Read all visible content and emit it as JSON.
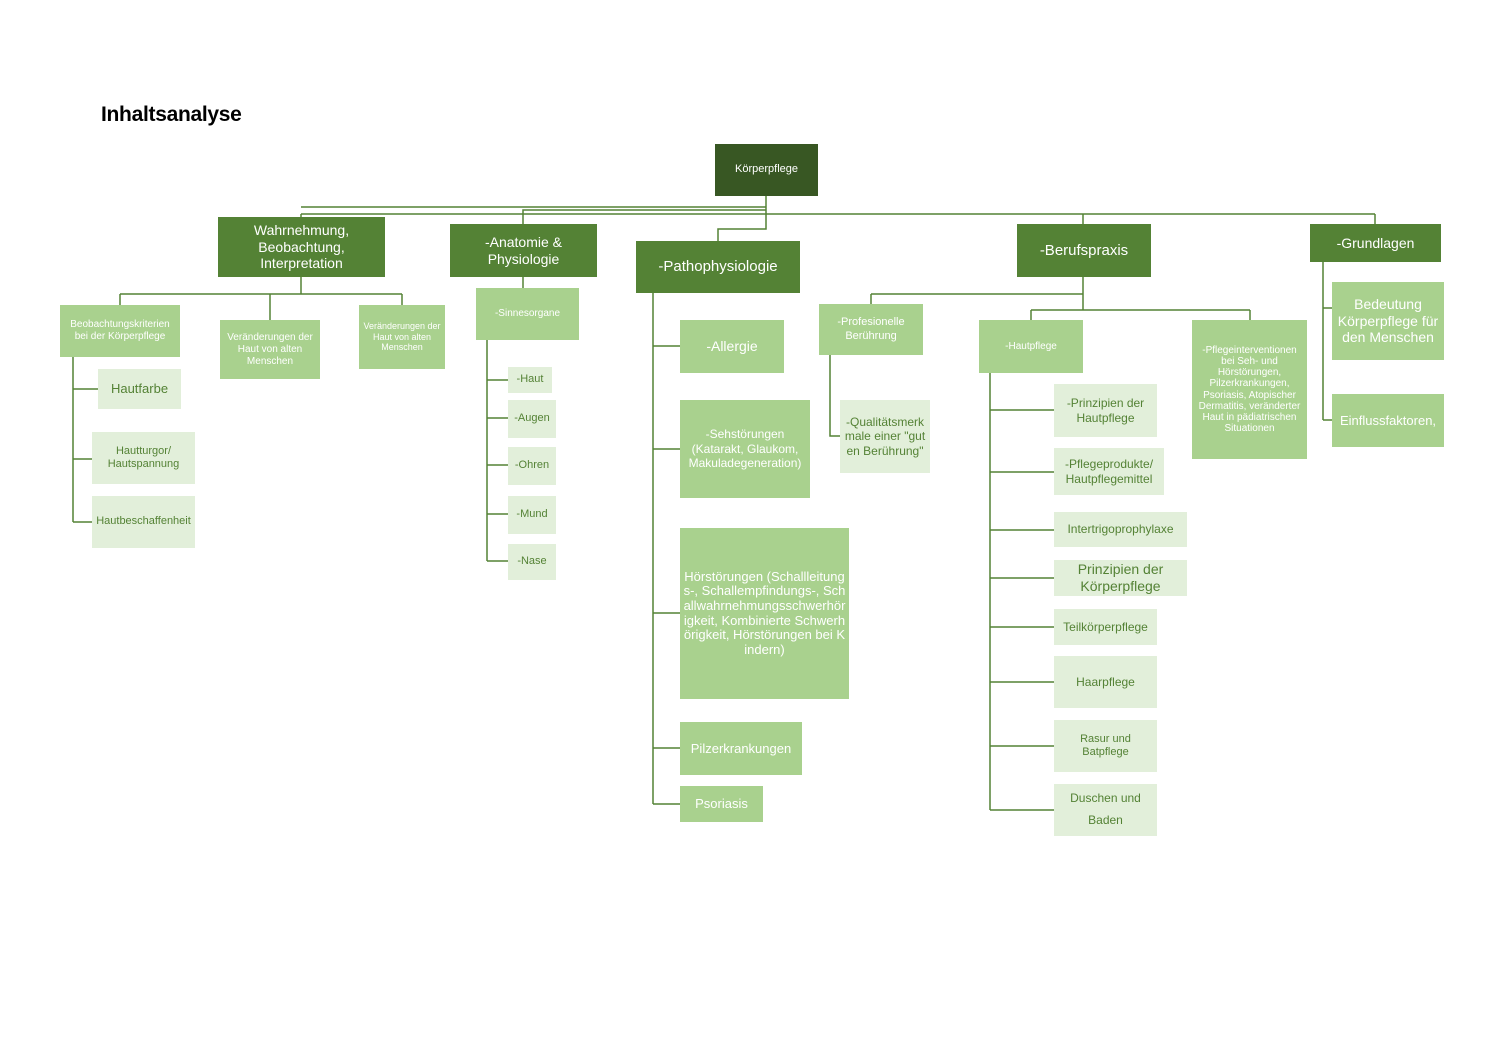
{
  "title": "Inhaltsanalyse",
  "colors": {
    "root": "#385723",
    "level1": "#548235",
    "level2": "#a9d18e",
    "level3": "#e2efda",
    "level3_text": "#548235",
    "connector": "#548235"
  },
  "diagram": {
    "root": "Körperpflege",
    "branches": {
      "wahrnehmung": {
        "label": "Wahrnehmung, Beobachtung, Interpretation",
        "children": {
          "beobachtungskriterien": {
            "label": "Beobachtungskriterien bei der Körperpflege",
            "children": [
              "Hautfarbe",
              "Hautturgor/ Hautspannung",
              "Hautbeschaffenheit"
            ]
          },
          "veraenderungen_a": "Veränderungen der Haut von alten Menschen",
          "veraenderungen_b": "Veränderungen der Haut von alten Menschen"
        }
      },
      "anatomie": {
        "label": "-Anatomie & Physiologie",
        "children": {
          "sinnesorgane": {
            "label": "-Sinnesorgane",
            "children": [
              "-Haut",
              "-Augen",
              "-Ohren",
              "-Mund",
              "-Nase"
            ]
          }
        }
      },
      "pathophysiologie": {
        "label": "-Pathophysiologie",
        "children": [
          "-Allergie",
          "-Sehstörungen (Katarakt, Glaukom, Makuladegeneration)",
          "Hörstörungen (Schallleitungs-, Schallempfindungs-, Schallwahrnehmungsschwerhörigkeit, Kombinierte Schwerhörigkeit, Hörstörungen bei Kindern)",
          "Pilzerkrankungen",
          "Psoriasis"
        ]
      },
      "berufspraxis": {
        "label": "-Berufspraxis",
        "children": {
          "beruehrung": {
            "label": "-Profesionelle Berührung",
            "children": [
              "-Qualitätsmerkmale einer \"guten Berührung\""
            ]
          },
          "hautpflege": {
            "label": "-Hautpflege",
            "children": [
              "-Prinzipien der Hautpflege",
              "-Pflegeprodukte/ Hautpflegemittel",
              "Intertrigoprophylaxe",
              "Prinzipien der Körperpflege",
              "Teilkörperpflege",
              "Haarpflege",
              "Rasur und Batpflege",
              "Duschen und Baden"
            ]
          },
          "pflegeinterventionen": "-Pflegeinterventionen bei Seh- und Hörstörungen, Pilzerkrankungen, Psoriasis, Atopischer Dermatitis, veränderter Haut in pädiatrischen Situationen"
        }
      },
      "grundlagen": {
        "label": "-Grundlagen",
        "children": [
          "Bedeutung Körperpflege für den Menschen",
          "Einflussfaktoren,"
        ]
      }
    }
  }
}
